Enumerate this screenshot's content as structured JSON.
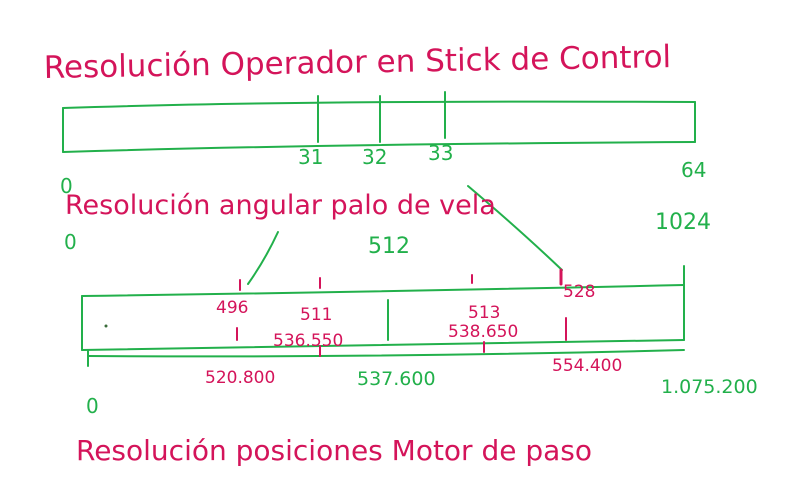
{
  "colors": {
    "magenta": "#d4145a",
    "green": "#22b04b",
    "ink": "#3a6b3a"
  },
  "titles": {
    "stick": "Resolución Operador en Stick de Control",
    "angle": "Resolución angular palo de vela",
    "motor": "Resolución posiciones Motor de paso"
  },
  "stick_scale": {
    "min": "0",
    "max": "64",
    "ticks": [
      "31",
      "32",
      "33"
    ]
  },
  "angle_scale": {
    "min": "0",
    "max": "1024",
    "mid": "512",
    "low": "496",
    "high": "528",
    "near_low": "511",
    "near_high": "513"
  },
  "motor_scale": {
    "min": "0",
    "max": "1.075.200",
    "mid": "537.600",
    "low": "520.800",
    "high": "554.400",
    "near_low": "536.550",
    "near_high": "538.650"
  }
}
